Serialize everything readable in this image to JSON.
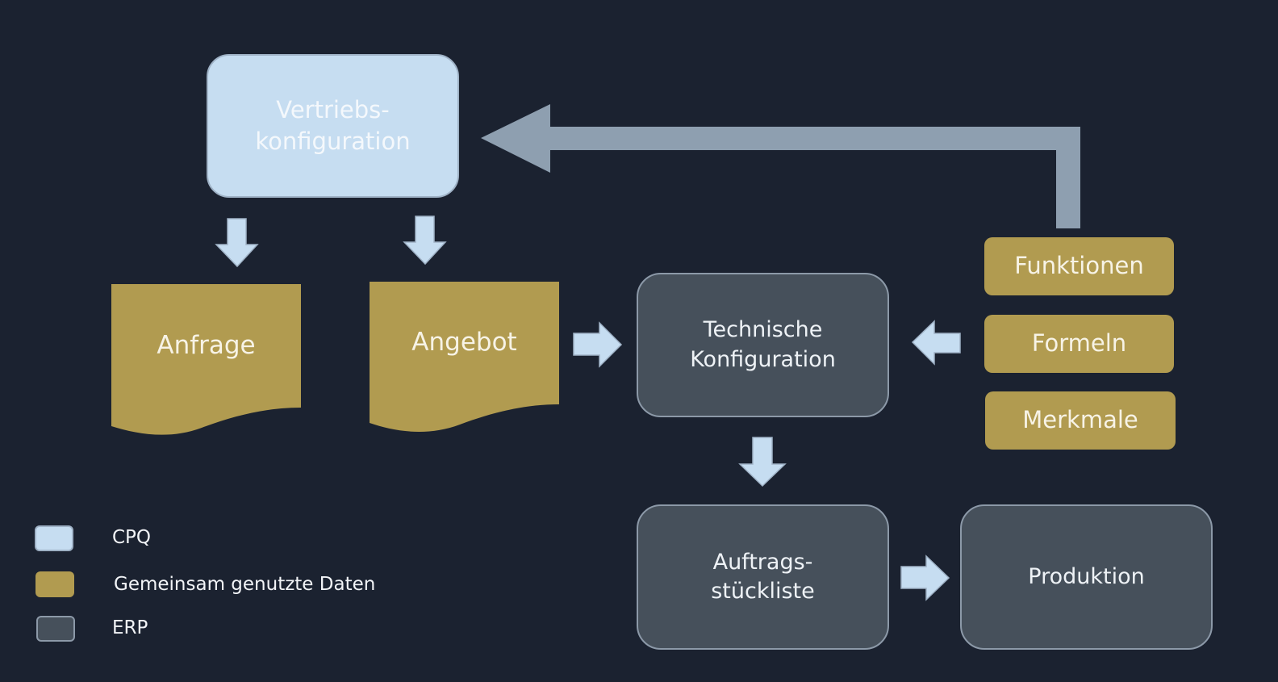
{
  "colors": {
    "background": "#1b2230",
    "cpq": "#c6ddf1",
    "shared_data": "#b19b50",
    "erp": "#46505b",
    "feedback_arrow": "#8e9fb0",
    "flow_arrow": "#c6ddf1"
  },
  "nodes": {
    "vertriebskonfiguration": {
      "line1": "Vertriebs-",
      "line2": "konfiguration",
      "category": "CPQ"
    },
    "anfrage": {
      "label": "Anfrage",
      "category": "Gemeinsam genutzte Daten"
    },
    "angebot": {
      "label": "Angebot",
      "category": "Gemeinsam genutzte Daten"
    },
    "technische_konfiguration": {
      "line1": "Technische",
      "line2": "Konfiguration",
      "category": "ERP"
    },
    "funktionen": {
      "label": "Funktionen",
      "category": "Gemeinsam genutzte Daten"
    },
    "formeln": {
      "label": "Formeln",
      "category": "Gemeinsam genutzte Daten"
    },
    "merkmale": {
      "label": "Merkmale",
      "category": "Gemeinsam genutzte Daten"
    },
    "auftragsstueckliste": {
      "line1": "Auftrags-",
      "line2": "stückliste",
      "category": "ERP"
    },
    "produktion": {
      "label": "Produktion",
      "category": "ERP"
    }
  },
  "edges": [
    {
      "from": "Vertriebskonfiguration",
      "to": "Anfrage"
    },
    {
      "from": "Vertriebskonfiguration",
      "to": "Angebot"
    },
    {
      "from": "Angebot",
      "to": "Technische Konfiguration"
    },
    {
      "from": "Funktionen / Formeln / Merkmale",
      "to": "Technische Konfiguration"
    },
    {
      "from": "Funktionen / Formeln / Merkmale",
      "to": "Vertriebskonfiguration",
      "style": "feedback"
    },
    {
      "from": "Technische Konfiguration",
      "to": "Auftragsstückliste"
    },
    {
      "from": "Auftragsstückliste",
      "to": "Produktion"
    }
  ],
  "legend": [
    {
      "label": "CPQ"
    },
    {
      "label": "Gemeinsam genutzte Daten"
    },
    {
      "label": "ERP"
    }
  ]
}
